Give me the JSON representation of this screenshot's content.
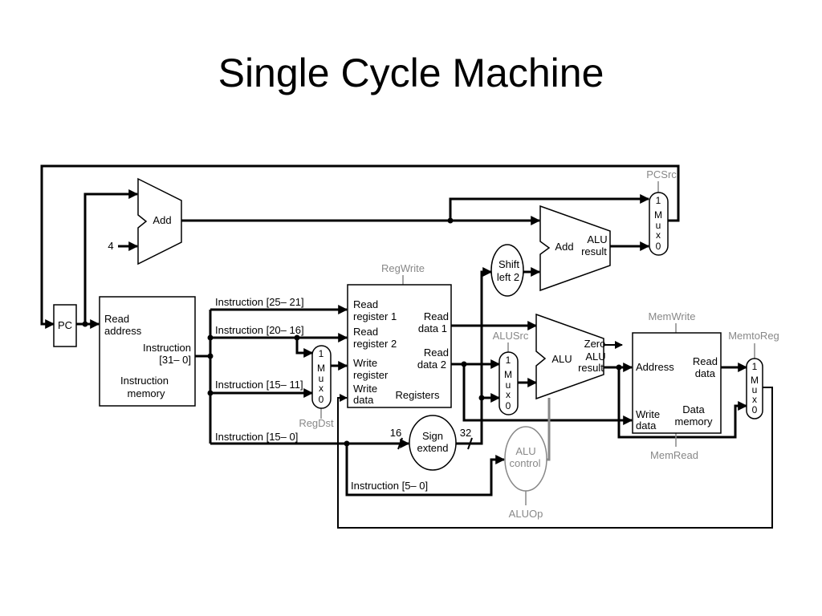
{
  "slide": {
    "title": "Single Cycle Machine"
  },
  "diagram": {
    "pc": {
      "label": "PC"
    },
    "adder_pc": {
      "label": "Add"
    },
    "constant_four": "4",
    "adder_branch": {
      "label": "Add",
      "result_line1": "ALU",
      "result_line2": "result"
    },
    "shift_left": {
      "line1": "Shift",
      "line2": "left 2"
    },
    "instruction_memory": {
      "read_line1": "Read",
      "read_line2": "address",
      "instr_line1": "Instruction",
      "instr_line2": "[31– 0]",
      "name_line1": "Instruction",
      "name_line2": "memory"
    },
    "registers": {
      "read_reg1_line1": "Read",
      "read_reg1_line2": "register 1",
      "read_reg2_line1": "Read",
      "read_reg2_line2": "register 2",
      "write_reg_line1": "Write",
      "write_reg_line2": "register",
      "write_data_line1": "Write",
      "write_data_line2": "data",
      "read_data1_line1": "Read",
      "read_data1_line2": "data 1",
      "read_data2_line1": "Read",
      "read_data2_line2": "data 2",
      "name": "Registers"
    },
    "alu": {
      "label": "ALU",
      "zero": "Zero",
      "result_line1": "ALU",
      "result_line2": "result"
    },
    "data_memory": {
      "address": "Address",
      "read_line1": "Read",
      "read_line2": "data",
      "write_line1": "Write",
      "write_line2": "data",
      "name_line1": "Data",
      "name_line2": "memory"
    },
    "sign_extend": {
      "line1": "Sign",
      "line2": "extend",
      "in_bits": "16",
      "out_bits": "32"
    },
    "alu_control": {
      "line1": "ALU",
      "line2": "control"
    },
    "mux": {
      "one": "1",
      "m": "M",
      "u": "u",
      "x": "x",
      "zero": "0"
    },
    "instruction_fields": {
      "f25_21": "Instruction [25– 21]",
      "f20_16": "Instruction [20– 16]",
      "f15_11": "Instruction [15– 11]",
      "f15_0": "Instruction [15– 0]",
      "f5_0": "Instruction [5– 0]"
    },
    "control_signals": {
      "pcsrc": "PCSrc",
      "regwrite": "RegWrite",
      "regdst": "RegDst",
      "alusrc": "ALUSrc",
      "memwrite": "MemWrite",
      "memtoreg": "MemtoReg",
      "memread": "MemRead",
      "aluop": "ALUOp"
    },
    "colors": {
      "datapath": "#000000",
      "control": "#888888"
    }
  }
}
